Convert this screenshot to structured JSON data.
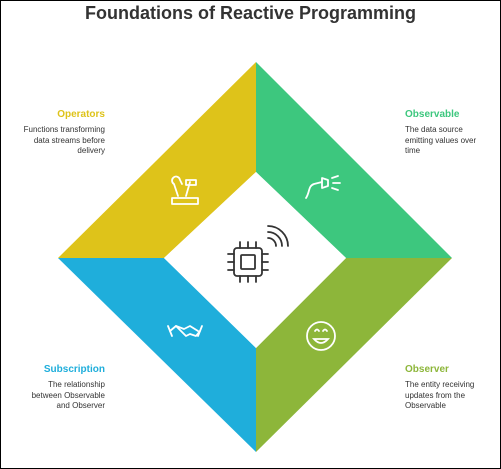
{
  "title": "Foundations of Reactive Programming",
  "colors": {
    "operators": "#DEC31A",
    "observable": "#3DC77E",
    "subscription": "#1FAEDB",
    "observer": "#8DB63A",
    "icon_stroke": "#ffffff",
    "center_icon": "#333333"
  },
  "sections": {
    "operators": {
      "heading": "Operators",
      "lines": [
        "Functions transforming",
        "data streams before",
        "delivery"
      ],
      "icon": "tools-icon"
    },
    "observable": {
      "heading": "Observable",
      "lines": [
        "The data source",
        "emitting values over",
        "time"
      ],
      "icon": "hose-icon"
    },
    "subscription": {
      "heading": "Subscription",
      "lines": [
        "The relationship",
        "between Observable",
        "and Observer"
      ],
      "icon": "handshake-icon"
    },
    "observer": {
      "heading": "Observer",
      "lines": [
        "The entity receiving",
        "updates from the",
        "Observable"
      ],
      "icon": "smiley-icon"
    }
  },
  "center": {
    "icon": "chip-signal-icon"
  }
}
